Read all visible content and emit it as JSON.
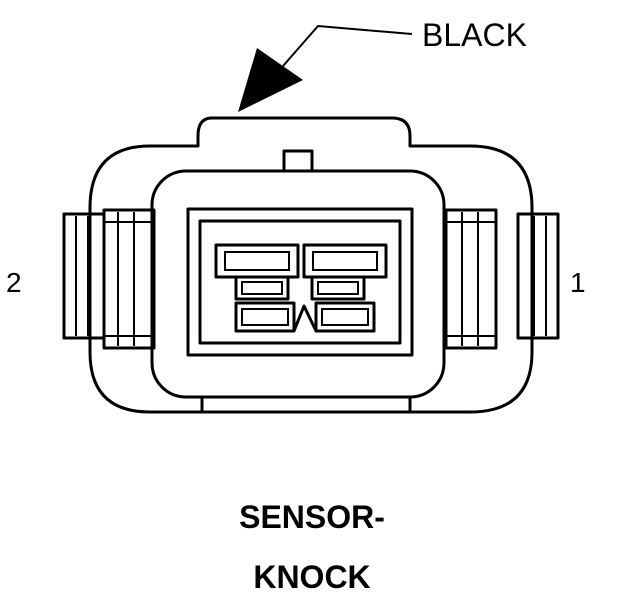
{
  "connector": {
    "wire_color": "BLACK",
    "pin_left": "2",
    "pin_right": "1",
    "title_line1": "SENSOR-",
    "title_line2": "KNOCK"
  }
}
